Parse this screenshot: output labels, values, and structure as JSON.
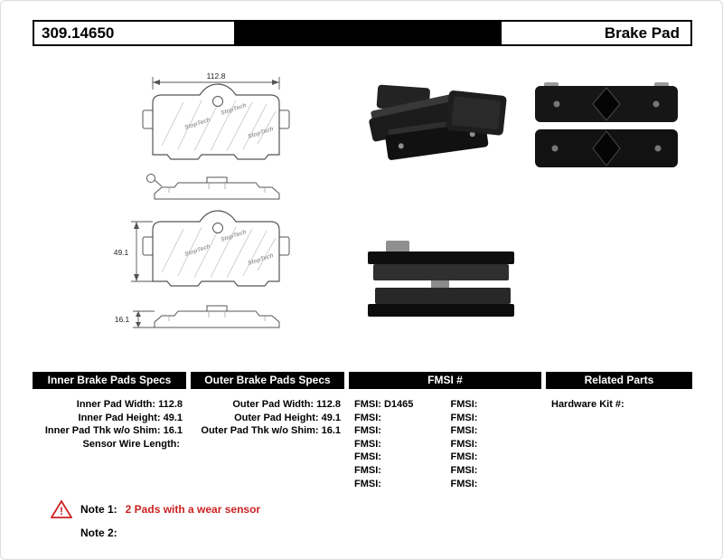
{
  "header": {
    "part_number": "309.14650",
    "product_type": "Brake Pad"
  },
  "drawings": {
    "width_label": "112.8",
    "height_label": "49.1",
    "thickness_label": "16.1",
    "brand": "StopTech"
  },
  "specs": {
    "inner": {
      "title": "Inner Brake Pads Specs",
      "rows": [
        {
          "label": "Inner Pad Width:",
          "value": "112.8"
        },
        {
          "label": "Inner Pad Height:",
          "value": "49.1"
        },
        {
          "label": "Inner Pad Thk w/o Shim:",
          "value": "16.1"
        },
        {
          "label": "Sensor Wire Length:",
          "value": ""
        }
      ]
    },
    "outer": {
      "title": "Outer Brake Pads Specs",
      "rows": [
        {
          "label": "Outer Pad Width:",
          "value": "112.8"
        },
        {
          "label": "Outer Pad Height:",
          "value": "49.1"
        },
        {
          "label": "Outer Pad Thk w/o Shim:",
          "value": "16.1"
        }
      ]
    },
    "fmsi": {
      "title": "FMSI #",
      "col1": [
        {
          "label": "FMSI:",
          "value": "D1465"
        },
        {
          "label": "FMSI:",
          "value": ""
        },
        {
          "label": "FMSI:",
          "value": ""
        },
        {
          "label": "FMSI:",
          "value": ""
        },
        {
          "label": "FMSI:",
          "value": ""
        },
        {
          "label": "FMSI:",
          "value": ""
        },
        {
          "label": "FMSI:",
          "value": ""
        }
      ],
      "col2": [
        {
          "label": "FMSI:",
          "value": ""
        },
        {
          "label": "FMSI:",
          "value": ""
        },
        {
          "label": "FMSI:",
          "value": ""
        },
        {
          "label": "FMSI:",
          "value": ""
        },
        {
          "label": "FMSI:",
          "value": ""
        },
        {
          "label": "FMSI:",
          "value": ""
        },
        {
          "label": "FMSI:",
          "value": ""
        }
      ]
    },
    "related": {
      "title": "Related Parts",
      "rows": [
        {
          "label": "Hardware Kit #:",
          "value": ""
        }
      ]
    }
  },
  "notes": [
    {
      "label": "Note 1:",
      "text": "2 Pads with a wear sensor"
    },
    {
      "label": "Note 2:",
      "text": ""
    }
  ],
  "colors": {
    "note_red": "#cc2222",
    "header_bg": "#000000"
  }
}
